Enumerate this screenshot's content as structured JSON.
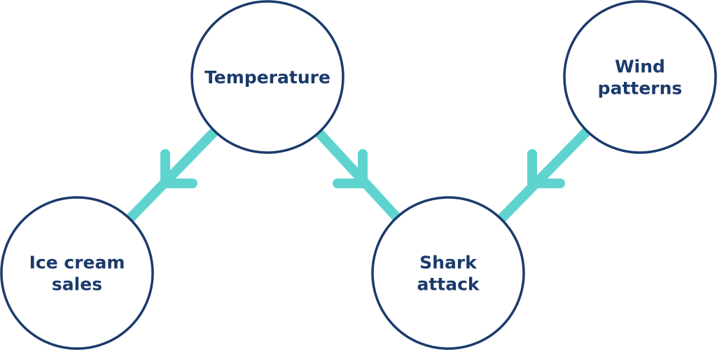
{
  "colors": {
    "node_stroke": "#1b3a6b",
    "label_text": "#1b3a6b",
    "edge": "#5fd4cf",
    "background": "#ffffff"
  },
  "nodes": [
    {
      "id": "temperature",
      "lines": [
        "Temperature"
      ]
    },
    {
      "id": "wind-patterns",
      "lines": [
        "Wind",
        "patterns"
      ]
    },
    {
      "id": "ice-cream-sales",
      "lines": [
        "Ice cream",
        "sales"
      ]
    },
    {
      "id": "shark-attack",
      "lines": [
        "Shark",
        "attack"
      ]
    }
  ],
  "edges": [
    {
      "from": "temperature",
      "to": "ice-cream-sales"
    },
    {
      "from": "temperature",
      "to": "shark-attack"
    },
    {
      "from": "wind-patterns",
      "to": "shark-attack"
    }
  ]
}
